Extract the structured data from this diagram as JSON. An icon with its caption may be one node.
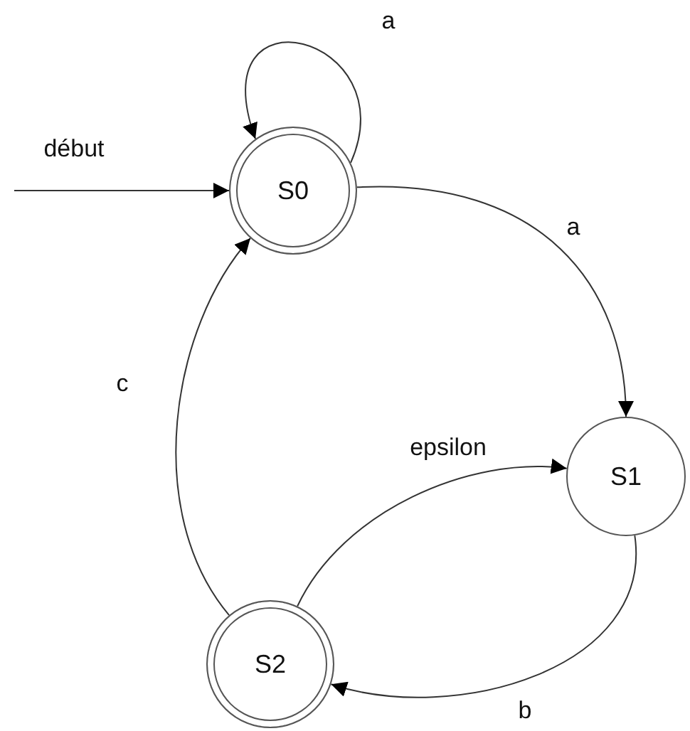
{
  "diagram": {
    "nodes": [
      {
        "text": [
          "S0"
        ]
      },
      {
        "text": [
          "S1"
        ]
      },
      {
        "text": [
          "S2"
        ]
      }
    ],
    "edges": [
      {
        "from": null,
        "to": 0,
        "arrow": "to",
        "label": "début"
      },
      {
        "from": 0,
        "to": 0,
        "arrow": "to",
        "label": "a"
      },
      {
        "from": 0,
        "to": 1,
        "arrow": "to",
        "label": "a"
      },
      {
        "from": 2,
        "to": 0,
        "arrow": "to",
        "label": "c"
      },
      {
        "from": 2,
        "to": 1,
        "arrow": "to",
        "label": "epsilon"
      },
      {
        "from": 1,
        "to": 2,
        "arrow": "to",
        "label": "b"
      }
    ]
  }
}
